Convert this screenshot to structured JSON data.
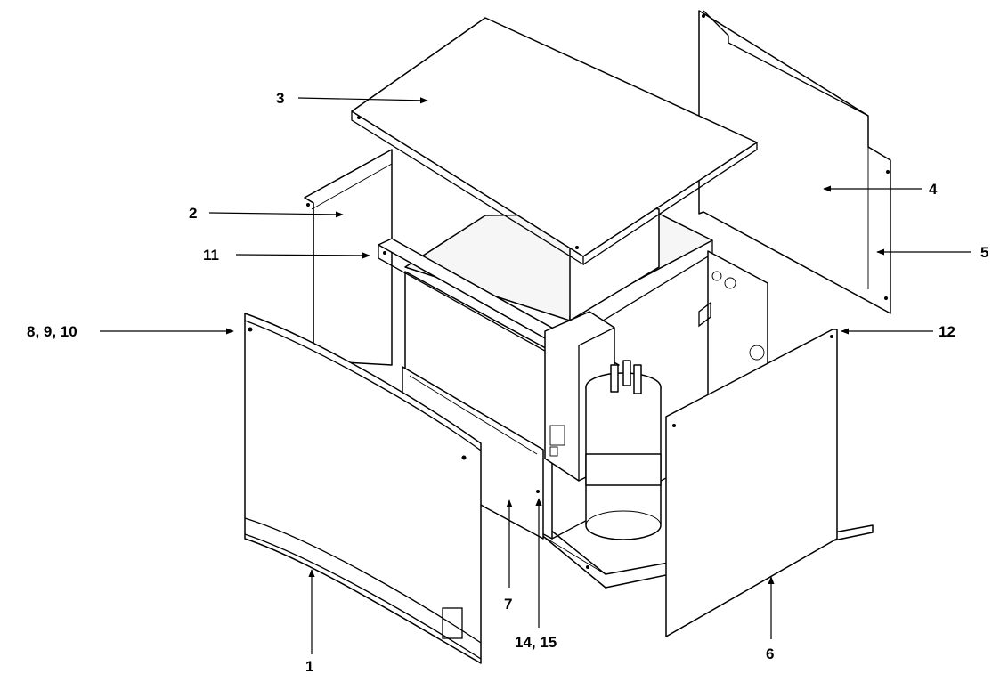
{
  "callouts": [
    {
      "id": "c1",
      "label": "1"
    },
    {
      "id": "c2",
      "label": "2"
    },
    {
      "id": "c3",
      "label": "3"
    },
    {
      "id": "c4",
      "label": "4"
    },
    {
      "id": "c5",
      "label": "5"
    },
    {
      "id": "c6",
      "label": "6"
    },
    {
      "id": "c7",
      "label": "7"
    },
    {
      "id": "c8",
      "label": "8, 9, 10"
    },
    {
      "id": "c11",
      "label": "11"
    },
    {
      "id": "c12",
      "label": "12"
    },
    {
      "id": "c14",
      "label": "14, 15"
    }
  ],
  "colors": {
    "ink": "#000000",
    "paper": "#ffffff"
  }
}
